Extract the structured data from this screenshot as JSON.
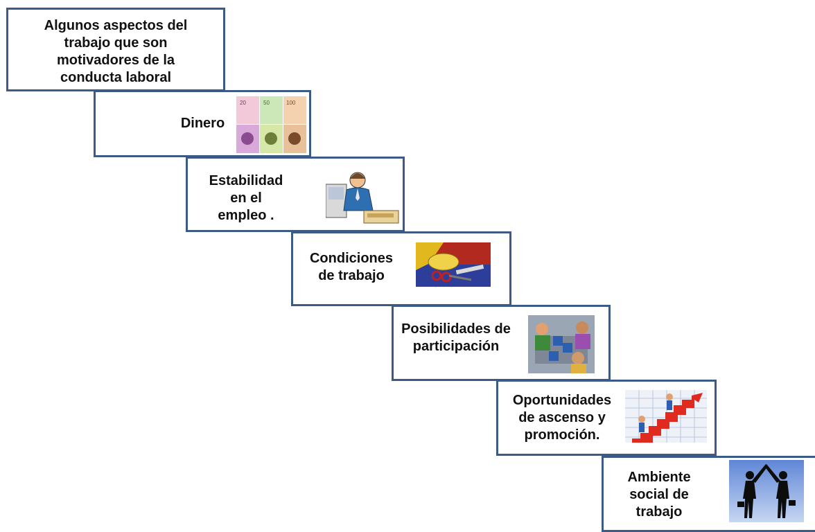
{
  "steps": [
    {
      "id": "title",
      "label": "Algunos aspectos del\ntrabajo que son\nmotivadores de la\nconducta laboral",
      "icon": "none"
    },
    {
      "id": "dinero",
      "label": "Dinero",
      "icon": "banknotes-icon"
    },
    {
      "id": "estabilidad",
      "label": "Estabilidad\nen el\nempleo .",
      "icon": "office-worker-icon"
    },
    {
      "id": "condiciones",
      "label": "Condiciones\nde trabajo",
      "icon": "craft-tools-icon"
    },
    {
      "id": "participacion",
      "label": "Posibilidades de\nparticipación",
      "icon": "team-meeting-icon"
    },
    {
      "id": "ascenso",
      "label": "Oportunidades\nde ascenso y\npromoción.",
      "icon": "growth-stairs-icon"
    },
    {
      "id": "ambiente",
      "label": "Ambiente\nsocial de\ntrabajo",
      "icon": "high-five-silhouette-icon"
    }
  ],
  "colors": {
    "border": "#3b5a86",
    "background": "#ffffff",
    "text": "#111111"
  }
}
